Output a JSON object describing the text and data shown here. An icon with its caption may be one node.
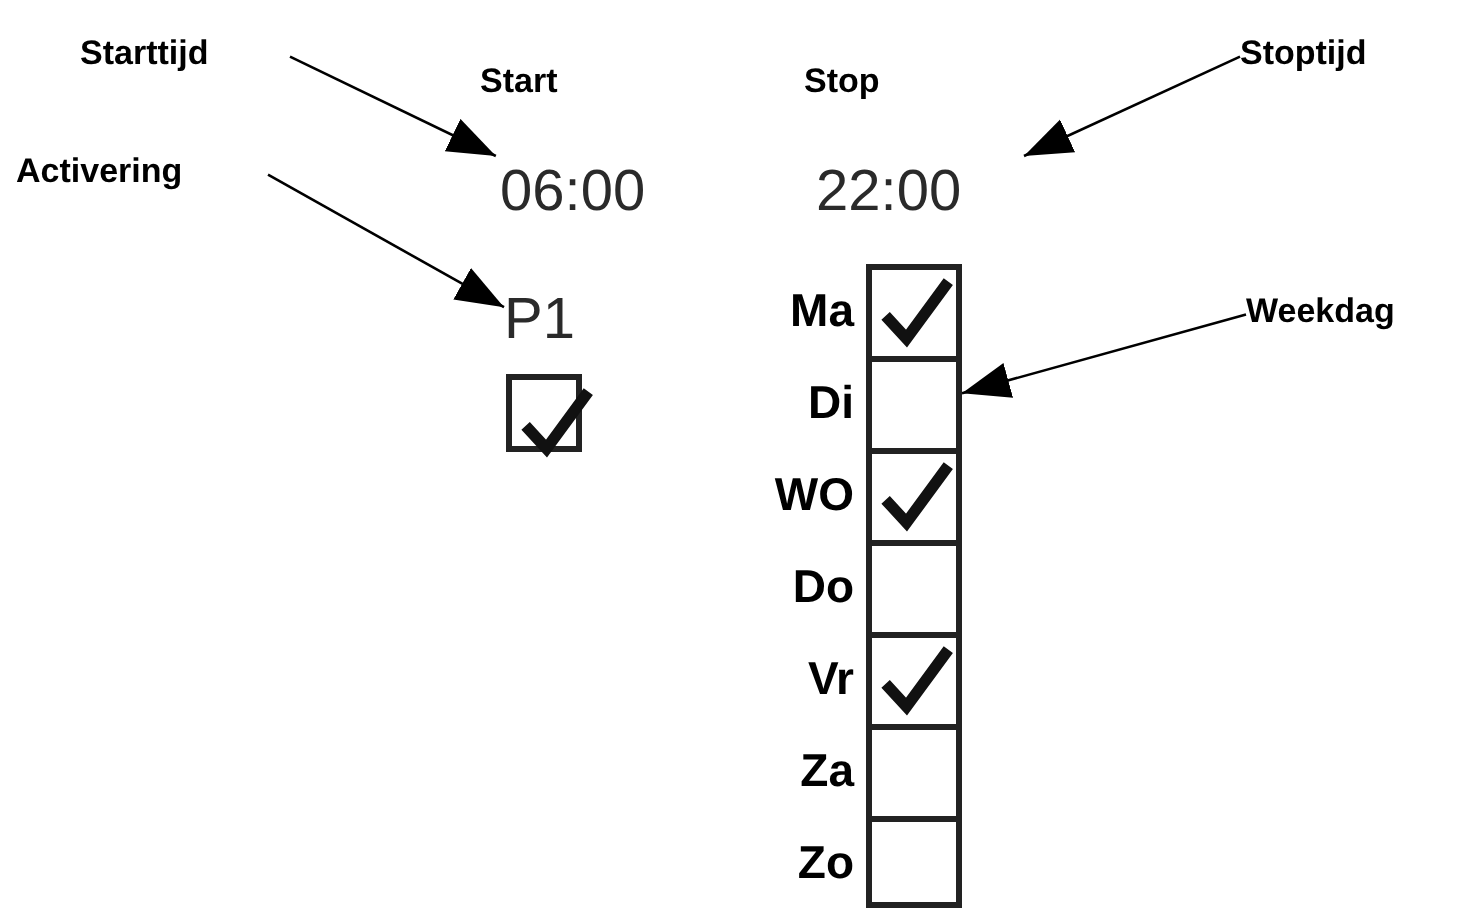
{
  "diagram": {
    "nodes": [
      {
        "text": [
          "Starttijd"
        ]
      },
      {
        "text": [
          "Stoptijd"
        ]
      },
      {
        "text": [
          "Activering"
        ]
      },
      {
        "text": [
          "Weekdag"
        ]
      },
      {
        "text": [
          "06:00"
        ]
      },
      {
        "text": [
          "22:00"
        ]
      },
      {
        "text": [
          "P1"
        ]
      },
      {
        "text": [],
        "shape": "box"
      },
      {
        "text": [],
        "shape": "check",
        "in": 7
      },
      {
        "text": [],
        "shape": "box",
        "in": 7
      },
      {
        "text": [],
        "shape": "check",
        "in": 7
      },
      {
        "text": [],
        "shape": "box",
        "in": 7
      },
      {
        "text": [],
        "shape": "check",
        "in": 7
      },
      {
        "text": [],
        "shape": "box",
        "in": 7
      },
      {
        "text": [],
        "shape": "box",
        "in": 7
      },
      {
        "text": [],
        "shape": "check"
      }
    ],
    "edges": [
      {
        "from": 0,
        "to": 4,
        "arrow": "to"
      },
      {
        "from": 1,
        "to": 5,
        "arrow": "to"
      },
      {
        "from": 2,
        "to": 6,
        "arrow": "to"
      },
      {
        "from": 3,
        "to": 7,
        "arrow": "to"
      }
    ],
    "labels": [
      "Start",
      "Stop",
      "Ma",
      "Di",
      "WO",
      "Do",
      "Vr",
      "Za",
      "Zo"
    ]
  }
}
